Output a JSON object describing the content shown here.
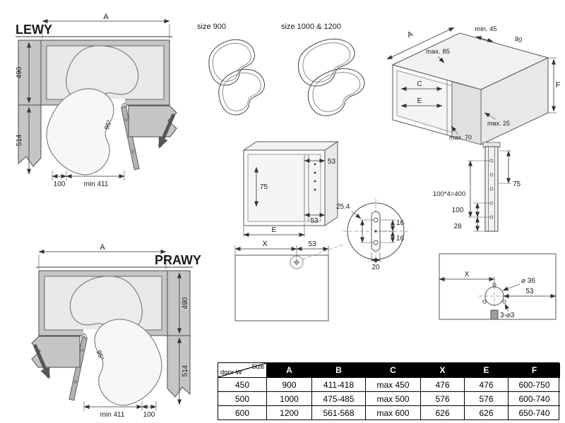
{
  "plan": {
    "left_title": "LEWY",
    "right_title": "PRAWY",
    "dim_a": "A",
    "dim_490": "490",
    "dim_514": "514",
    "dim_100": "100",
    "dim_min411": "min 411",
    "angle_95": "95°"
  },
  "trays": {
    "small_label": "size 900",
    "large_label": "size 1000 & 1200"
  },
  "iso": {
    "dim_a": "A",
    "dim_min45": "min. 45",
    "dim_90": "90",
    "dim_max85": "max. 85",
    "dim_f": "F",
    "dim_c": "C",
    "dim_e": "E",
    "dim_max70": "max. 70",
    "dim_max25": "max. 25"
  },
  "front": {
    "dim_53_top": "53",
    "dim_75": "75",
    "dim_53_bottom": "53",
    "dim_e": "E"
  },
  "panel": {
    "dim_x": "X",
    "dim_53": "53"
  },
  "detail": {
    "dim_254": "25.4",
    "dim_16a": "16",
    "dim_16b": "16",
    "dim_20": "20"
  },
  "rail": {
    "dim_total": "100*4=400",
    "dim_75": "75",
    "dim_100": "100",
    "dim_28": "28"
  },
  "drill": {
    "dim_x": "X",
    "dim_dia36": "⌀ 36",
    "dim_53": "53",
    "dim_3dia3": "3-⌀3"
  },
  "table": {
    "corner_top": "Size",
    "corner_bottom": "door W",
    "col_headers": [
      "A",
      "B",
      "C",
      "X",
      "E",
      "F"
    ],
    "rows": [
      [
        "450",
        "900",
        "411-418",
        "max 450",
        "476",
        "476",
        "600-750"
      ],
      [
        "500",
        "1000",
        "475-485",
        "max 500",
        "576",
        "576",
        "600-740"
      ],
      [
        "600",
        "1200",
        "561-568",
        "max 600",
        "626",
        "626",
        "650-740"
      ]
    ]
  }
}
